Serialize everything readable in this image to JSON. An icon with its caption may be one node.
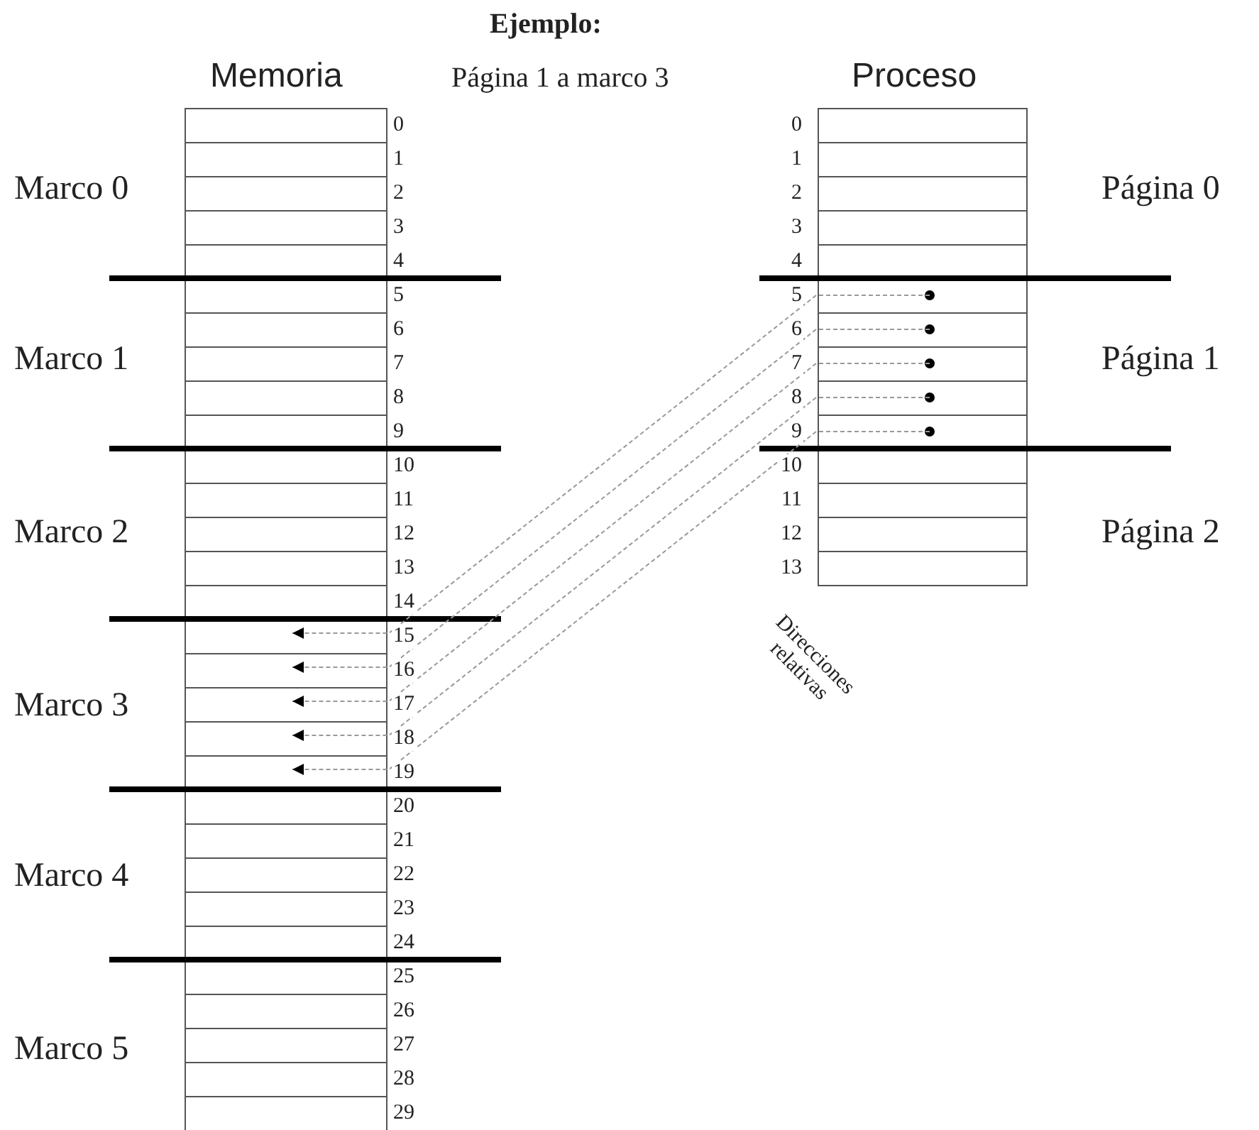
{
  "diagram": {
    "nodes": [
      {
        "text": [],
        "shape": "box",
        "beside": [
          "0"
        ]
      },
      {
        "text": [],
        "shape": "box",
        "beside": [
          "1"
        ]
      },
      {
        "text": [],
        "shape": "box",
        "beside": [
          "2"
        ]
      },
      {
        "text": [],
        "shape": "box",
        "beside": [
          "3"
        ]
      },
      {
        "text": [],
        "shape": "box",
        "beside": [
          "4"
        ]
      },
      {
        "text": [],
        "shape": "box",
        "beside": [
          "5"
        ]
      },
      {
        "text": [],
        "shape": "box",
        "beside": [
          "6"
        ]
      },
      {
        "text": [],
        "shape": "box",
        "beside": [
          "7"
        ]
      },
      {
        "text": [],
        "shape": "box",
        "beside": [
          "8"
        ]
      },
      {
        "text": [],
        "shape": "box",
        "beside": [
          "9"
        ]
      },
      {
        "text": [],
        "shape": "box",
        "beside": [
          "10"
        ]
      },
      {
        "text": [],
        "shape": "box",
        "beside": [
          "11"
        ]
      },
      {
        "text": [],
        "shape": "box",
        "beside": [
          "12"
        ]
      },
      {
        "text": [],
        "shape": "box",
        "beside": [
          "13"
        ]
      },
      {
        "text": [],
        "shape": "box",
        "beside": [
          "14"
        ]
      },
      {
        "text": [],
        "shape": "box",
        "beside": [
          "15"
        ]
      },
      {
        "text": [],
        "shape": "box",
        "beside": [
          "16"
        ]
      },
      {
        "text": [],
        "shape": "box",
        "beside": [
          "17"
        ]
      },
      {
        "text": [],
        "shape": "box",
        "beside": [
          "18"
        ]
      },
      {
        "text": [],
        "shape": "box",
        "beside": [
          "19"
        ]
      },
      {
        "text": [],
        "shape": "box",
        "beside": [
          "20"
        ]
      },
      {
        "text": [],
        "shape": "box",
        "beside": [
          "21"
        ]
      },
      {
        "text": [],
        "shape": "box",
        "beside": [
          "22"
        ]
      },
      {
        "text": [],
        "shape": "box",
        "beside": [
          "23"
        ]
      },
      {
        "text": [],
        "shape": "box",
        "beside": [
          "24"
        ]
      },
      {
        "text": [],
        "shape": "box",
        "beside": [
          "25"
        ]
      },
      {
        "text": [],
        "shape": "box",
        "beside": [
          "26"
        ]
      },
      {
        "text": [],
        "shape": "box",
        "beside": [
          "27"
        ]
      },
      {
        "text": [],
        "shape": "box",
        "beside": [
          "28"
        ]
      },
      {
        "text": [],
        "shape": "box",
        "beside": [
          "29"
        ]
      },
      {
        "text": [],
        "shape": "box",
        "beside": [
          "0"
        ]
      },
      {
        "text": [],
        "shape": "box",
        "beside": [
          "1"
        ]
      },
      {
        "text": [],
        "shape": "box",
        "beside": [
          "2"
        ]
      },
      {
        "text": [],
        "shape": "box",
        "beside": [
          "3"
        ]
      },
      {
        "text": [],
        "shape": "box",
        "beside": [
          "4"
        ]
      },
      {
        "text": [],
        "shape": "box",
        "beside": [
          "5"
        ]
      },
      {
        "text": [],
        "shape": "box",
        "beside": [
          "6"
        ]
      },
      {
        "text": [],
        "shape": "box",
        "beside": [
          "7"
        ]
      },
      {
        "text": [],
        "shape": "box",
        "beside": [
          "8"
        ]
      },
      {
        "text": [],
        "shape": "box",
        "beside": [
          "9"
        ]
      },
      {
        "text": [],
        "shape": "box",
        "beside": [
          "10"
        ]
      },
      {
        "text": [],
        "shape": "box",
        "beside": [
          "11"
        ]
      },
      {
        "text": [],
        "shape": "box",
        "beside": [
          "12"
        ]
      },
      {
        "text": [],
        "shape": "box",
        "beside": [
          "13"
        ]
      }
    ],
    "edges": [
      {
        "from": 35,
        "to": 15,
        "arrow": "to",
        "style": "dashed"
      },
      {
        "from": 36,
        "to": 16,
        "arrow": "to",
        "style": "dashed"
      },
      {
        "from": 37,
        "to": 17,
        "arrow": "to",
        "style": "dashed"
      },
      {
        "from": 38,
        "to": 18,
        "arrow": "to",
        "style": "dashed"
      },
      {
        "from": 39,
        "to": 19,
        "arrow": "to",
        "style": "dashed"
      }
    ],
    "labels": [
      "Ejemplo:",
      "Memoria",
      "Página 1 a marco 3",
      "Proceso",
      "Marco 0",
      "Página 0",
      "Marco 1",
      "Página 1",
      "Marco 2",
      "Página 2",
      "Direcciones relativas",
      "Marco 3",
      "Marco 4",
      "Marco 5"
    ]
  }
}
